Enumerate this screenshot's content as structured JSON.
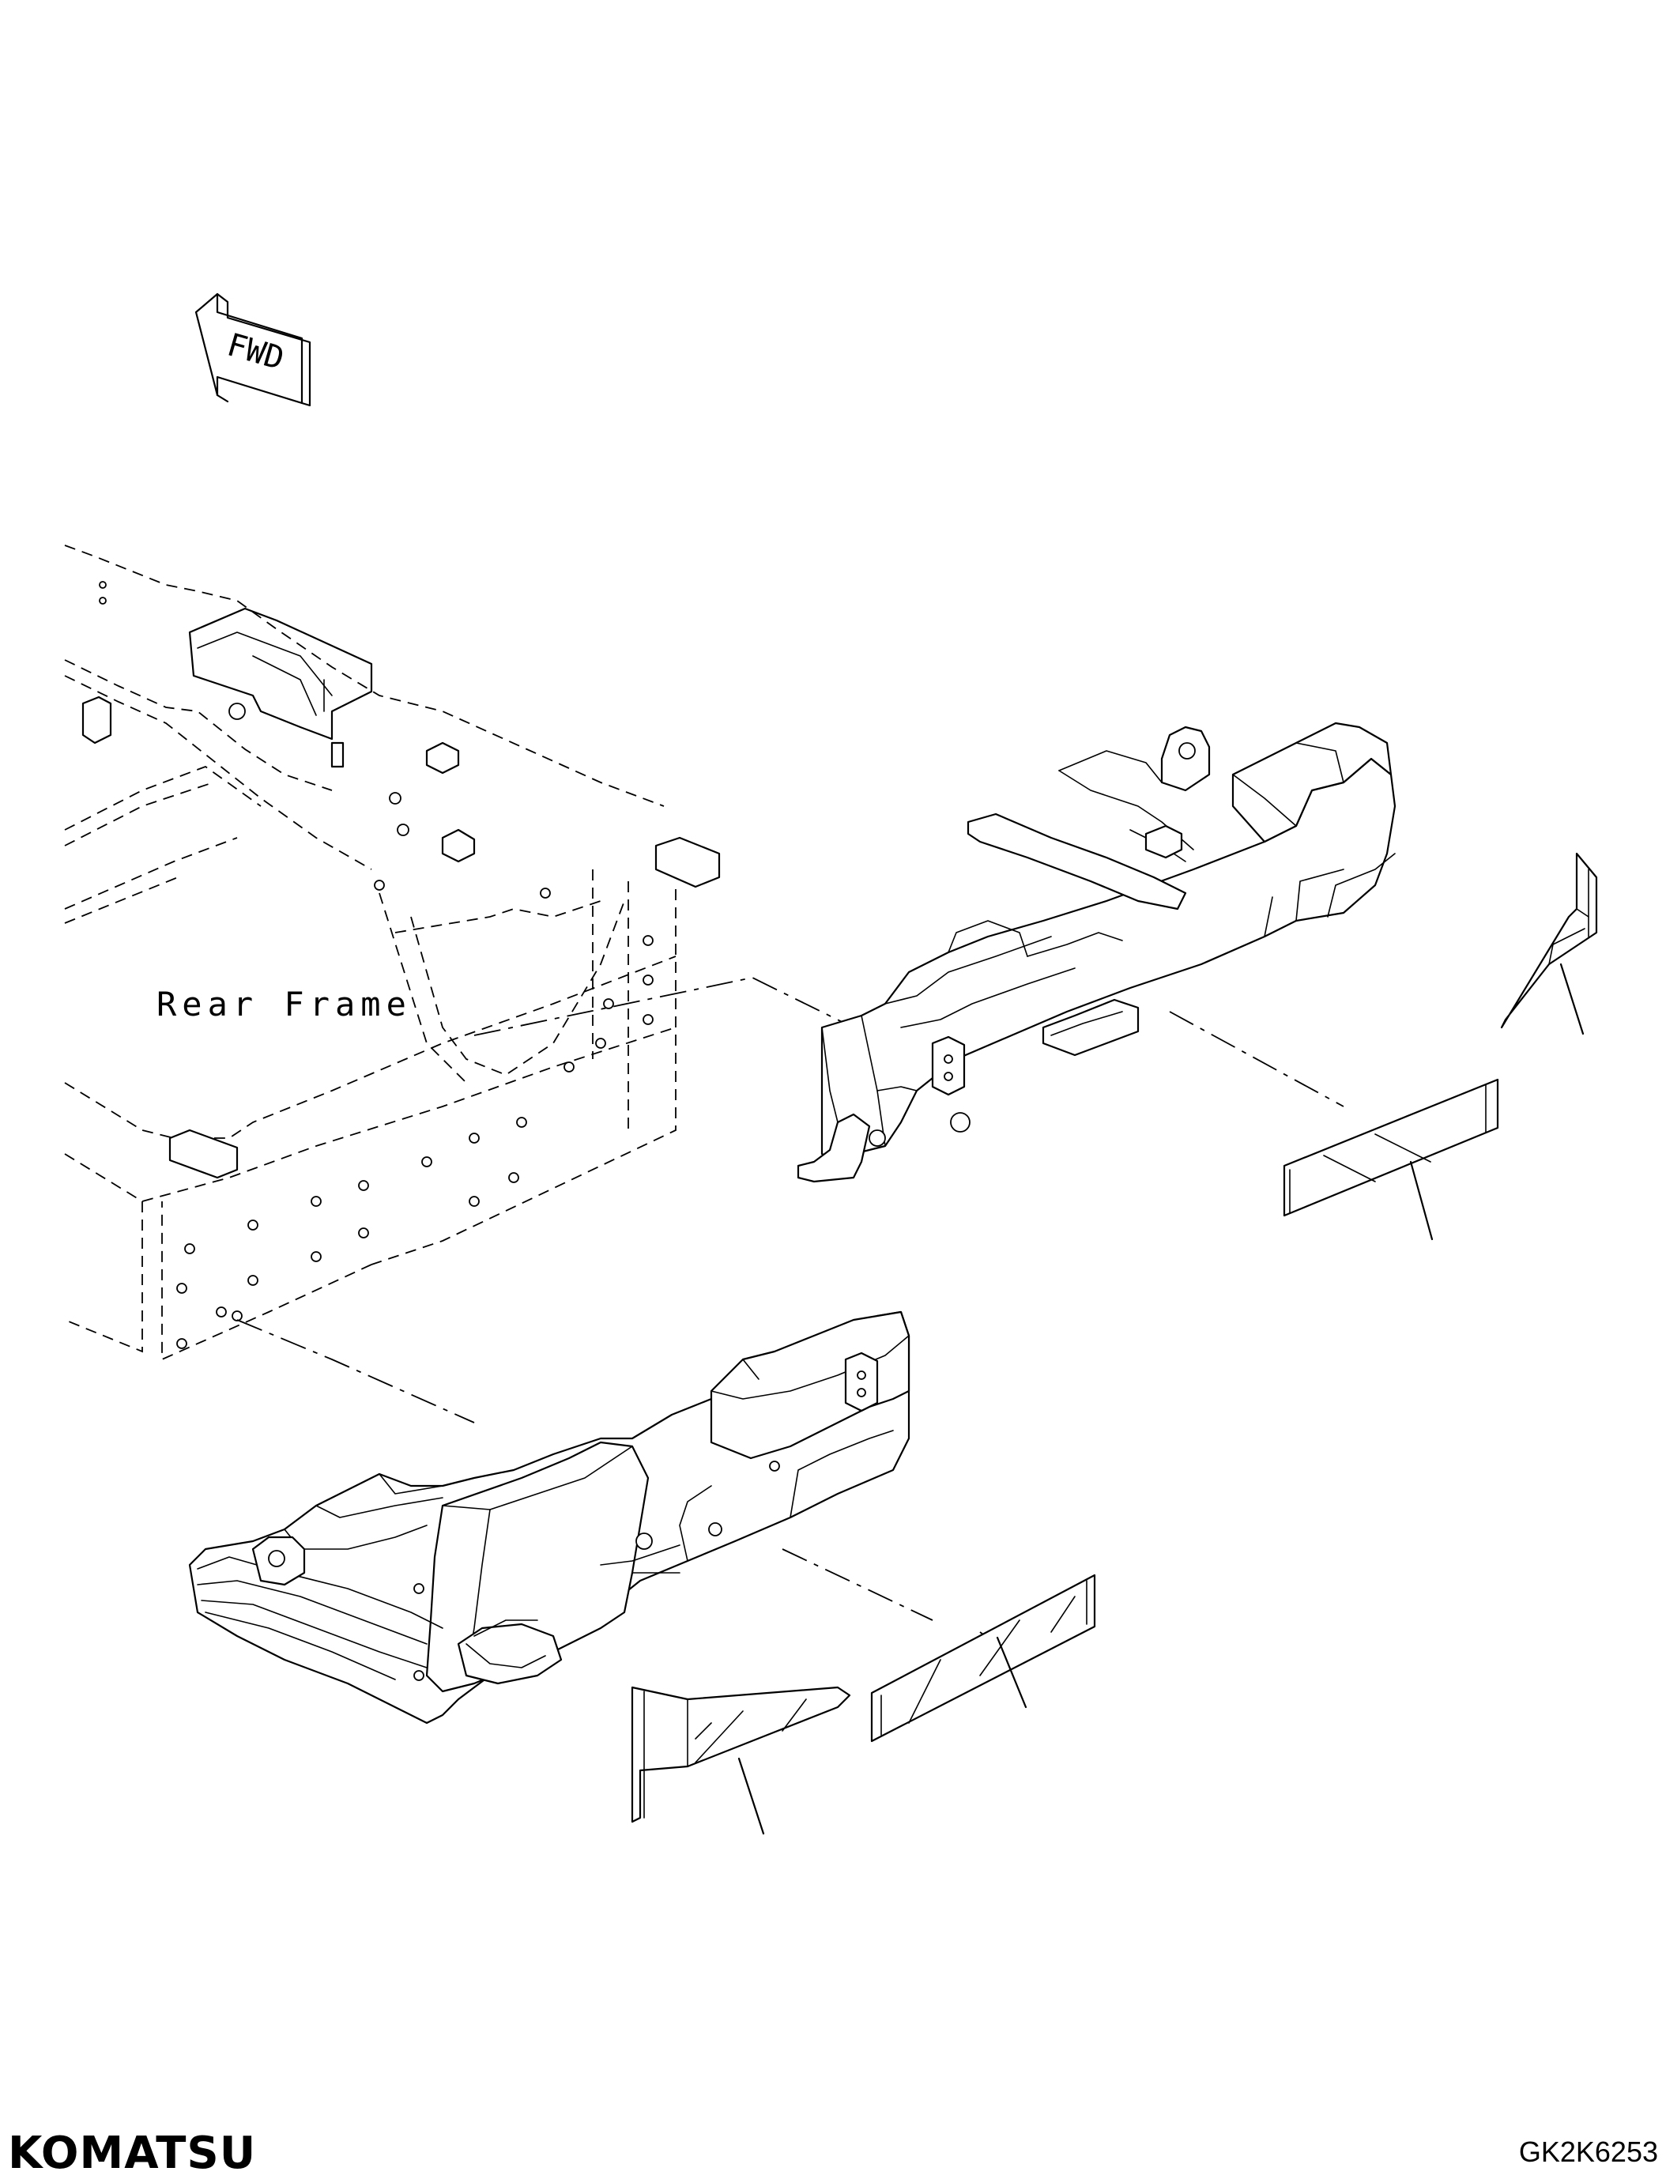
{
  "labels": {
    "forward_arrow": "FWD",
    "rear_frame": "Rear Frame"
  },
  "footer": {
    "brand_logo": "KOMATSU",
    "drawing_code": "GK2K6253"
  }
}
